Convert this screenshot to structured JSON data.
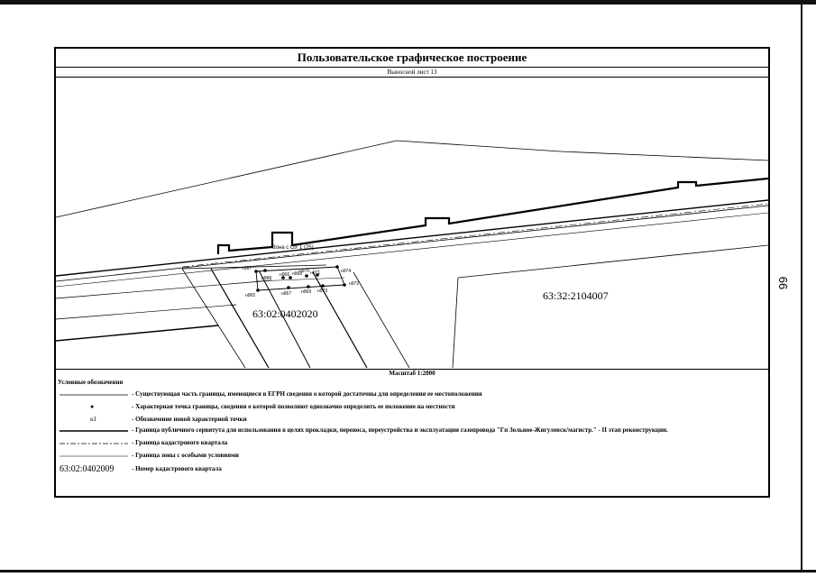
{
  "document": {
    "title": "Пользовательское графическое построение",
    "sheet_label": "Выносной лист 13",
    "scale_label": "Масштаб 1:2000",
    "page_number": "66"
  },
  "map": {
    "zone_label": "Зона с ОУ 1 (25)",
    "quarter_left": "63:02:0402020",
    "quarter_right": "63:32:2104007",
    "point_labels": [
      "н987",
      "н988",
      "н965",
      "н966",
      "н967",
      "н968",
      "н969",
      "н970",
      "н971",
      "н972",
      "н973",
      "н974"
    ]
  },
  "legend": {
    "title": "Условные обозначения",
    "items": [
      {
        "symbol": "",
        "text": "- Существующая часть границы, имеющиеся в ЕГРН сведения о которой достаточны для определения ее местоположения"
      },
      {
        "symbol": "●",
        "text": "- Характерная точка границы, сведения о которой позволяют однозначно определить ее положение на местности"
      },
      {
        "symbol": "н1",
        "text": "- Обозначение новой характерной точки"
      },
      {
        "symbol": "",
        "text": "- Граница публичного сервитута для использования в целях прокладки, переноса, переустройства и эксплуатации газопровода \"Гп Зольное-Жигулевск/магистр.\" - II этап реконструкции."
      },
      {
        "symbol": "",
        "text": "- Граница кадастрового квартала"
      },
      {
        "symbol": "",
        "text": "- Граница зоны с особыми условиями"
      },
      {
        "symbol": "63:02:0402009",
        "text": "- Номер кадастрового квартала"
      }
    ]
  }
}
